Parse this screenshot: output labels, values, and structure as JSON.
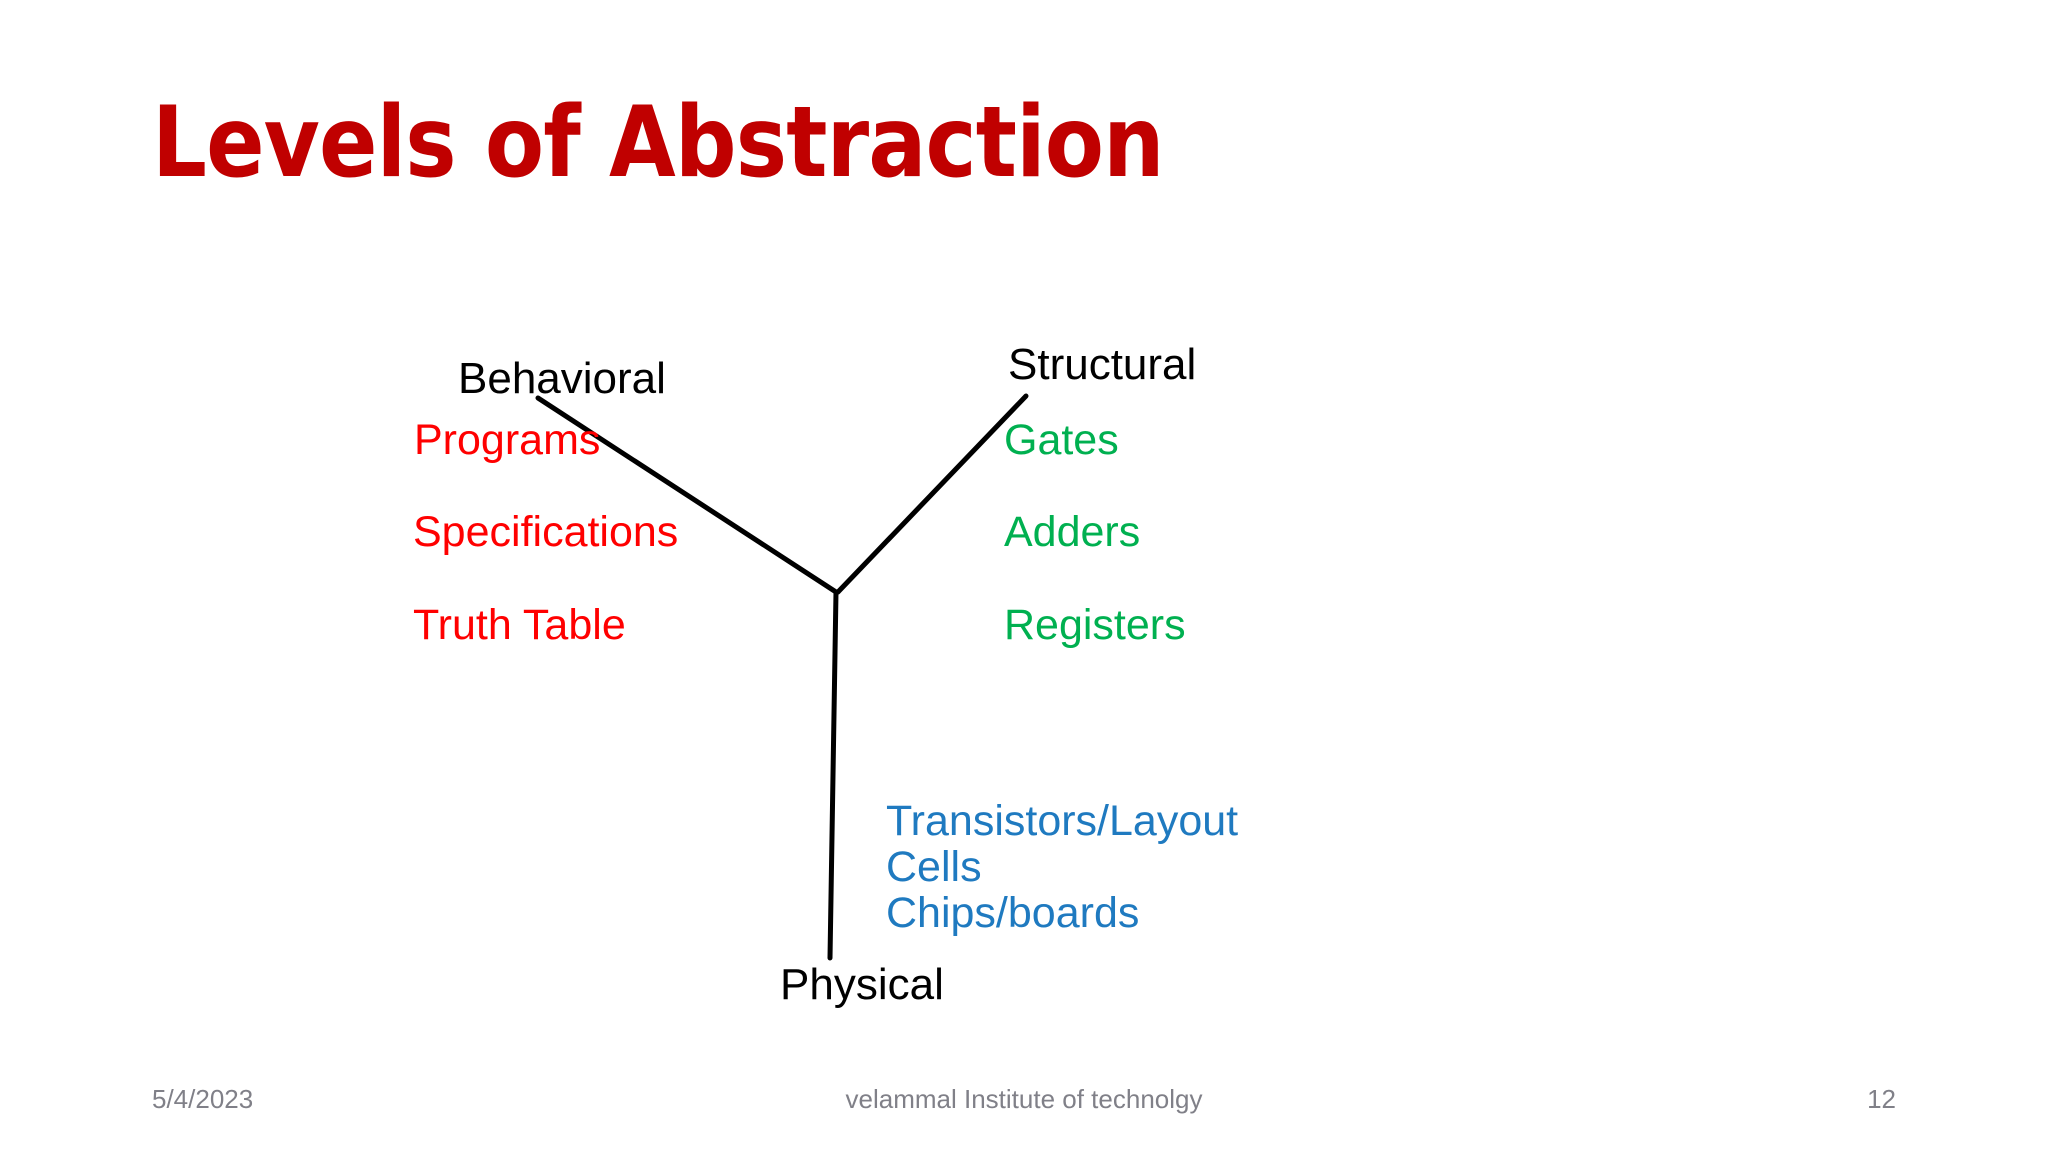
{
  "slide": {
    "title": "Levels of Abstraction",
    "background_color": "#FFFFFF",
    "title_color": "#C00000"
  },
  "diagram": {
    "type": "y-chart",
    "axes": [
      {
        "name": "behavioral",
        "label": "Behavioral",
        "label_color": "#000000",
        "item_color": "#FF0000",
        "items": [
          "Programs",
          "Specifications",
          "Truth Table"
        ]
      },
      {
        "name": "structural",
        "label": "Structural",
        "label_color": "#000000",
        "item_color": "#00B050",
        "items": [
          "Gates",
          "Adders",
          "Registers"
        ]
      },
      {
        "name": "physical",
        "label": "Physical",
        "label_color": "#000000",
        "item_color": "#1F7AC0",
        "items": [
          "Transistors/Layout",
          "Cells",
          "Chips/boards"
        ]
      }
    ],
    "line_color": "#000000"
  },
  "footer": {
    "date": "5/4/2023",
    "organization": "velammal Institute of technolgy",
    "page_number": "12",
    "text_color": "#808088"
  }
}
